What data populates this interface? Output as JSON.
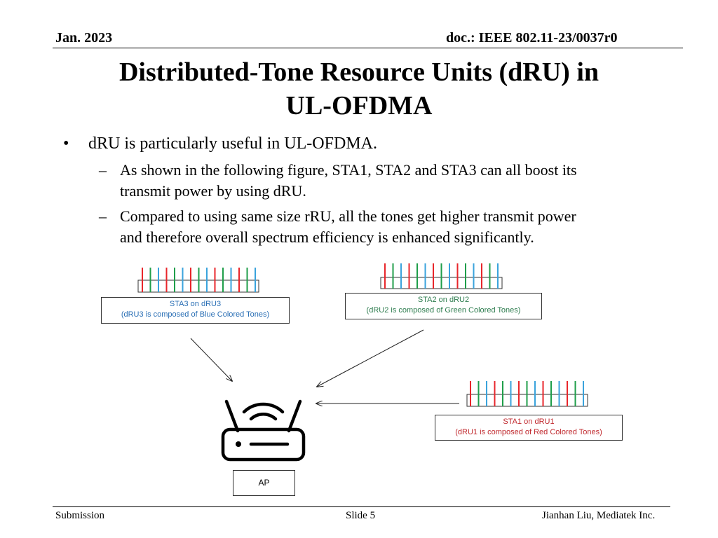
{
  "header": {
    "date": "Jan. 2023",
    "doc": "doc.: IEEE 802.11-23/0037r0"
  },
  "title": {
    "line1": "Distributed-Tone Resource Units (dRU) in",
    "line2": "UL-OFDMA"
  },
  "body": {
    "bullet": "dRU is particularly useful in UL-OFDMA.",
    "sub1_line1": "As shown in the following figure, STA1, STA2 and STA3 can all boost its",
    "sub1_line2": "transmit power by using dRU.",
    "sub2_line1": "Compared to using same size rRU, all the tones get higher transmit power",
    "sub2_line2": "and therefore overall spectrum efficiency is enhanced significantly."
  },
  "figure": {
    "sta3": {
      "line1": "STA3 on dRU3",
      "line2": "(dRU3 is composed of Blue Colored Tones)"
    },
    "sta2": {
      "line1": "STA2 on dRU2",
      "line2": "(dRU2 is composed of Green Colored Tones)"
    },
    "sta1": {
      "line1": "STA1 on dRU1",
      "line2": "(dRU1 is composed of Red Colored Tones)"
    },
    "ap_label": "AP",
    "tone_colors": {
      "red": "#e8262b",
      "green": "#1f9e4a",
      "blue": "#3aa3dc"
    },
    "tone_pattern": [
      "red",
      "green",
      "blue"
    ],
    "icon": "wifi-router-icon"
  },
  "footer": {
    "left": "Submission",
    "center": "Slide 5",
    "right": "Jianhan Liu, Mediatek Inc."
  }
}
